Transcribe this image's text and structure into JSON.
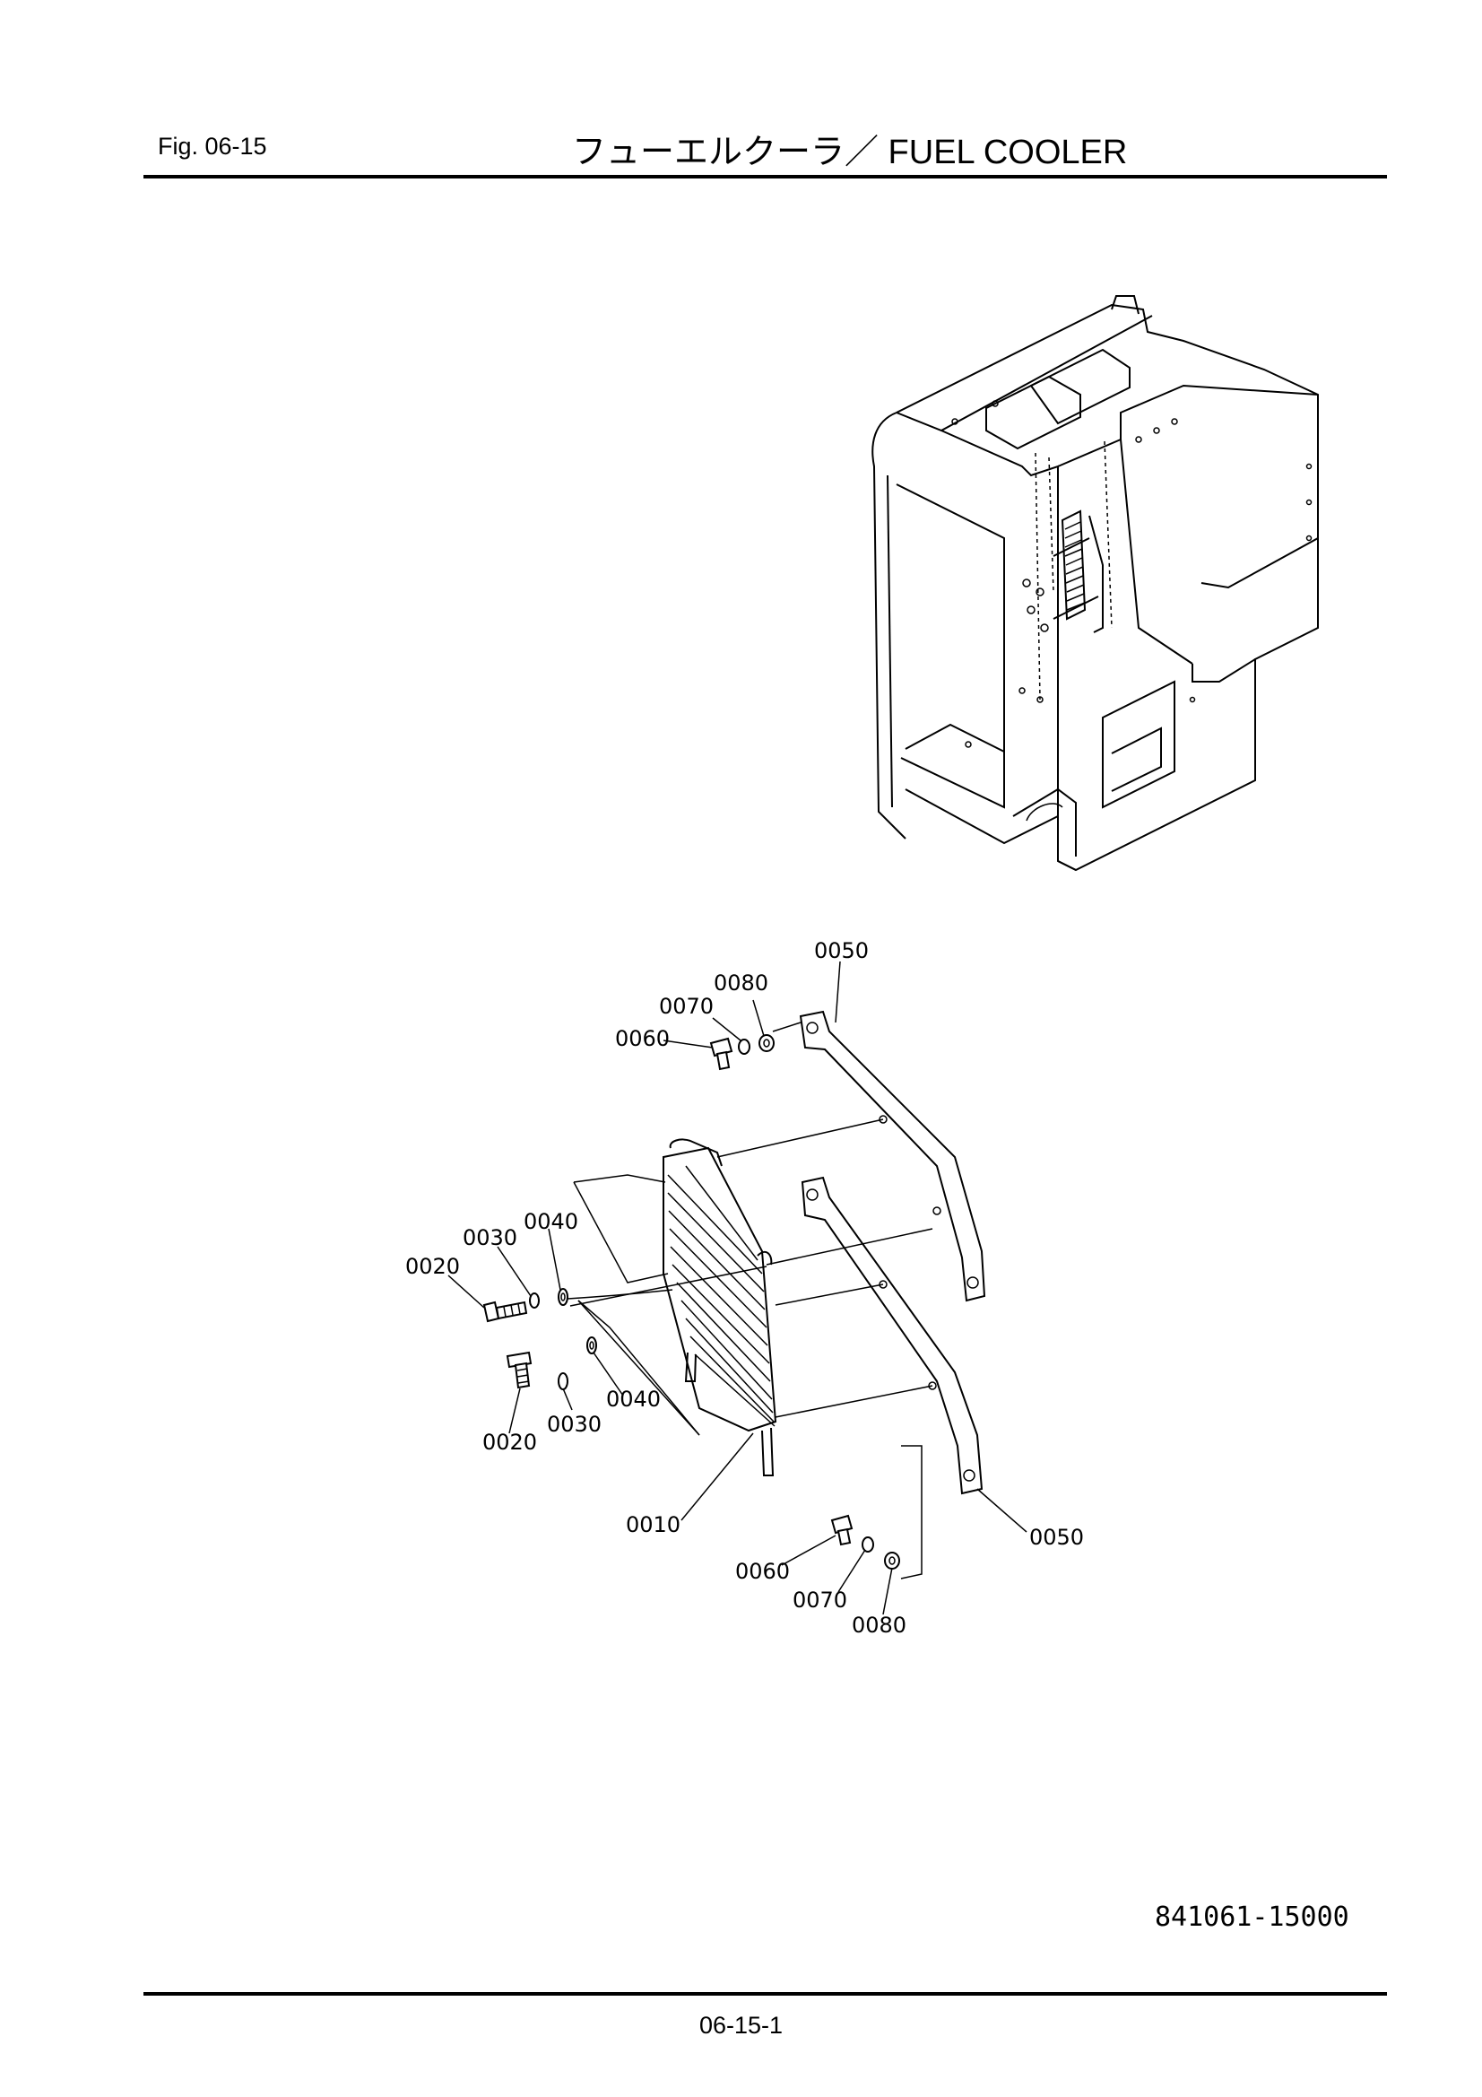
{
  "header": {
    "fig": "Fig.  06-15",
    "title": "フューエルクーラ／ FUEL COOLER"
  },
  "document_number": "841061-15000",
  "page_number": "06-15-1",
  "callouts": {
    "c0010": "0010",
    "c0020a": "0020",
    "c0020b": "0020",
    "c0030a": "0030",
    "c0030b": "0030",
    "c0040a": "0040",
    "c0040b": "0040",
    "c0050a": "0050",
    "c0050b": "0050",
    "c0060a": "0060",
    "c0060b": "0060",
    "c0070a": "0070",
    "c0070b": "0070",
    "c0080a": "0080",
    "c0080b": "0080"
  }
}
